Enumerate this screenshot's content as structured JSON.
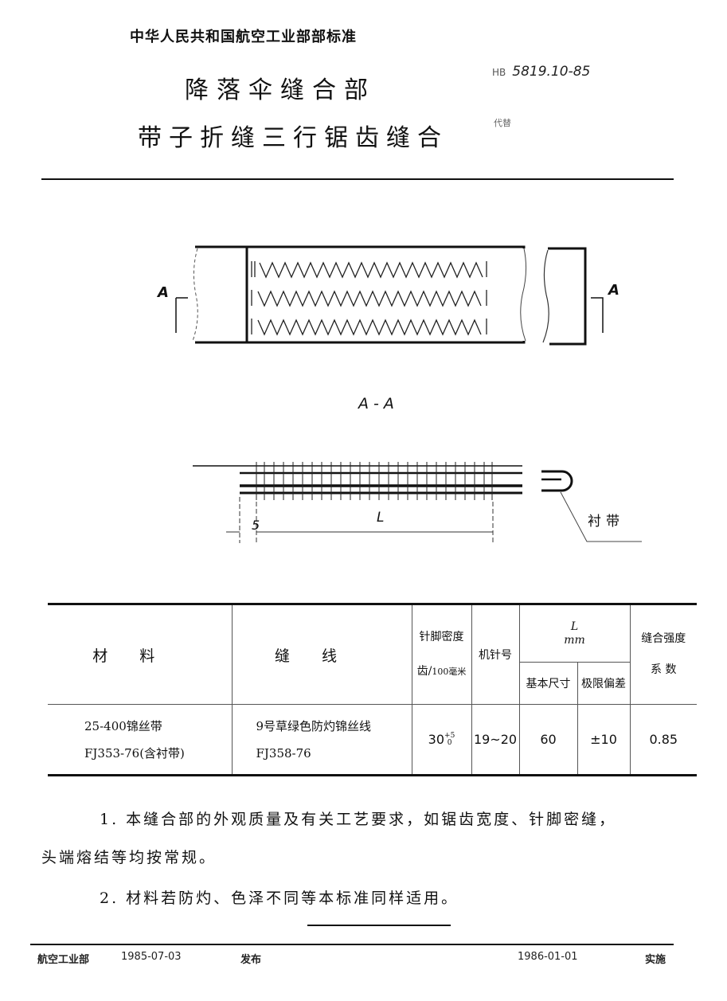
{
  "header": {
    "organization": "中华人民共和国航空工业部部标准",
    "title_line1": "降落伞缝合部",
    "title_line2": "带子折缝三行锯齿缝合",
    "standard_prefix": "HB",
    "standard_code": "5819.10-85",
    "standard_sub": "代替"
  },
  "figure": {
    "section_mark_left": "A",
    "section_mark_right": "A",
    "section_label": "A - A",
    "dimension_offset": "5",
    "dimension_length": "L",
    "lining_label": "衬带"
  },
  "table": {
    "headers": {
      "material": "材料",
      "thread": "缝线",
      "stitch_density_top": "针脚密度",
      "stitch_density_unit_num": "齿",
      "stitch_density_unit_den": "100毫米",
      "needle_no": "机针号",
      "L_label": "L",
      "L_unit": "mm",
      "basic_size": "基本尺寸",
      "limit_deviation": "极限偏差",
      "strength_top": "缝合强度",
      "strength_bottom": "系 数"
    },
    "rows": [
      {
        "material_line1": "25-400锦丝带",
        "material_line2": "FJ353-76(含衬带)",
        "thread_line1": "9号草绿色防灼锦丝线",
        "thread_line2": "FJ358-76",
        "density_base": "30",
        "density_tol_upper": "+5",
        "density_tol_lower": "0",
        "needle_no": "19~20",
        "basic_size": "60",
        "limit_deviation": "±10",
        "strength_coefficient": "0.85"
      }
    ]
  },
  "notes": {
    "note1_line1": "1. 本缝合部的外观质量及有关工艺要求，如锯齿宽度、针脚密缝，",
    "note1_line2": "头端熔结等均按常规。",
    "note2": "2. 材料若防灼、色泽不同等本标准同样适用。"
  },
  "footer": {
    "issuer": "航空工业部",
    "issue_date": "1985-07-03",
    "issue_label": "发布",
    "effective_date": "1986-01-01",
    "effective_label": "实施"
  }
}
